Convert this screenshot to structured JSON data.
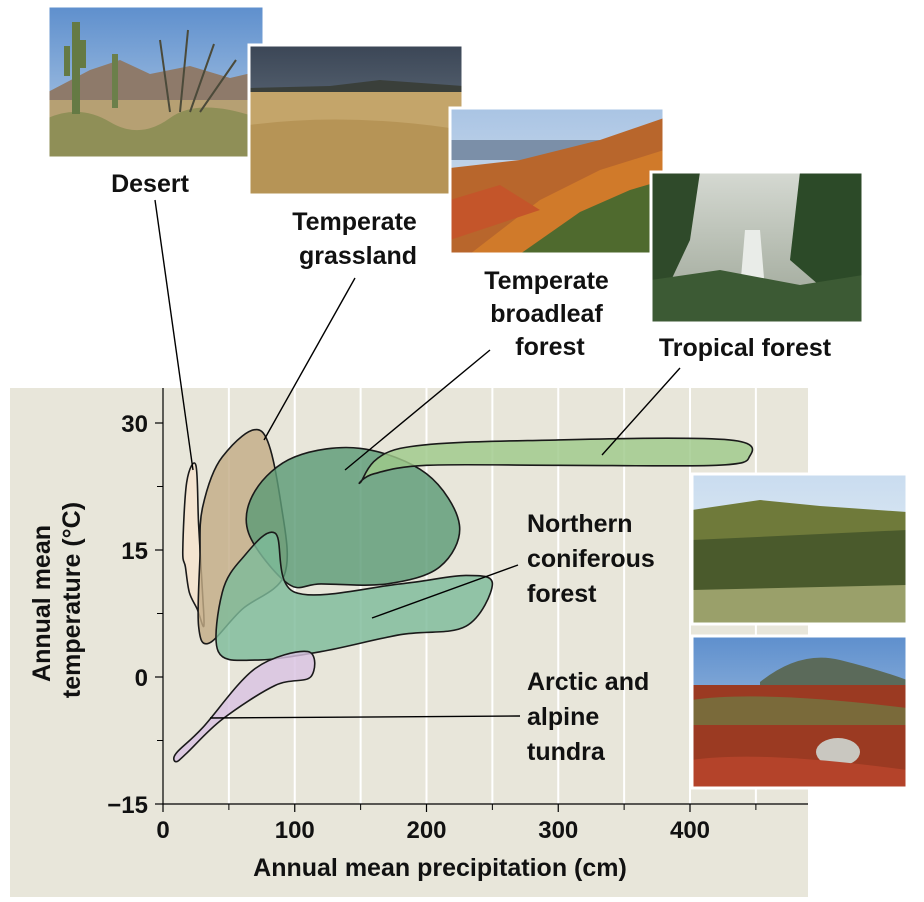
{
  "chart_data": {
    "type": "diagram",
    "xlabel": "Annual mean precipitation (cm)",
    "ylabel_lines": [
      "Annual mean",
      "temperature (°C)"
    ],
    "x_ticks": [
      0,
      100,
      200,
      300,
      400
    ],
    "y_ticks": [
      30,
      15,
      0,
      -15
    ],
    "x_tick_labels": [
      "0",
      "100",
      "200",
      "300",
      "400"
    ],
    "y_tick_labels": [
      "30",
      "15",
      "0",
      "−15"
    ],
    "xlim": [
      0,
      490
    ],
    "ylim": [
      -15,
      33
    ],
    "grid": "vertical",
    "biomes": [
      {
        "id": "desert",
        "label_lines": [
          "Desert"
        ],
        "color": "#f6e3cd",
        "outline": [
          [
            15,
            15
          ],
          [
            18,
            23
          ],
          [
            25,
            25
          ],
          [
            27,
            18
          ],
          [
            30,
            10
          ],
          [
            31,
            6
          ],
          [
            26,
            8
          ],
          [
            20,
            10
          ],
          [
            17,
            13
          ]
        ]
      },
      {
        "id": "temperate-grassland",
        "label_lines": [
          "Temperate",
          "grassland"
        ],
        "color": "#c3ac86",
        "outline": [
          [
            30,
            20
          ],
          [
            45,
            26
          ],
          [
            75,
            29
          ],
          [
            90,
            20
          ],
          [
            92,
            12
          ],
          [
            60,
            8
          ],
          [
            35,
            4
          ],
          [
            27,
            6
          ],
          [
            28,
            14
          ]
        ]
      },
      {
        "id": "temperate-broadleaf-forest",
        "label_lines": [
          "Temperate",
          "broadleaf",
          "forest"
        ],
        "color": "#5d9b76",
        "outline": [
          [
            70,
            22
          ],
          [
            100,
            26
          ],
          [
            150,
            27
          ],
          [
            200,
            24
          ],
          [
            225,
            18
          ],
          [
            210,
            13
          ],
          [
            170,
            11
          ],
          [
            120,
            11
          ],
          [
            95,
            11
          ],
          [
            65,
            17
          ]
        ]
      },
      {
        "id": "tropical-forest",
        "label_lines": [
          "Tropical forest"
        ],
        "color": "#9fc98a",
        "outline": [
          [
            150,
            23
          ],
          [
            180,
            27
          ],
          [
            300,
            28
          ],
          [
            430,
            28
          ],
          [
            445,
            26
          ],
          [
            420,
            25
          ],
          [
            300,
            25
          ],
          [
            200,
            25
          ],
          [
            160,
            24
          ]
        ]
      },
      {
        "id": "northern-coniferous-forest",
        "label_lines": [
          "Northern",
          "coniferous",
          "forest"
        ],
        "color": "#7ebb9a",
        "outline": [
          [
            45,
            10
          ],
          [
            60,
            14
          ],
          [
            85,
            17
          ],
          [
            100,
            10
          ],
          [
            180,
            11
          ],
          [
            230,
            12
          ],
          [
            250,
            11
          ],
          [
            230,
            6
          ],
          [
            180,
            5
          ],
          [
            120,
            3
          ],
          [
            70,
            2
          ],
          [
            42,
            3
          ]
        ]
      },
      {
        "id": "arctic-alpine-tundra",
        "label_lines": [
          "Arctic and",
          "alpine",
          "tundra"
        ],
        "color": "#d9c2e2",
        "outline": [
          [
            10,
            -9
          ],
          [
            30,
            -6
          ],
          [
            70,
            1
          ],
          [
            110,
            3
          ],
          [
            112,
            0
          ],
          [
            85,
            -1
          ],
          [
            45,
            -5
          ],
          [
            18,
            -9
          ],
          [
            10,
            -10
          ]
        ]
      }
    ]
  },
  "photos": [
    {
      "id": "desert",
      "subject": "desert-scene"
    },
    {
      "id": "temperate-grassland",
      "subject": "grassland-scene"
    },
    {
      "id": "temperate-broadleaf-forest",
      "subject": "broadleaf-forest-scene"
    },
    {
      "id": "tropical-forest",
      "subject": "tropical-forest-scene"
    },
    {
      "id": "northern-coniferous-forest",
      "subject": "coniferous-forest-scene"
    },
    {
      "id": "arctic-alpine-tundra",
      "subject": "tundra-scene"
    }
  ],
  "colors": {
    "panel": "#e8e6da",
    "grid": "#ffffff",
    "text": "#111111"
  }
}
